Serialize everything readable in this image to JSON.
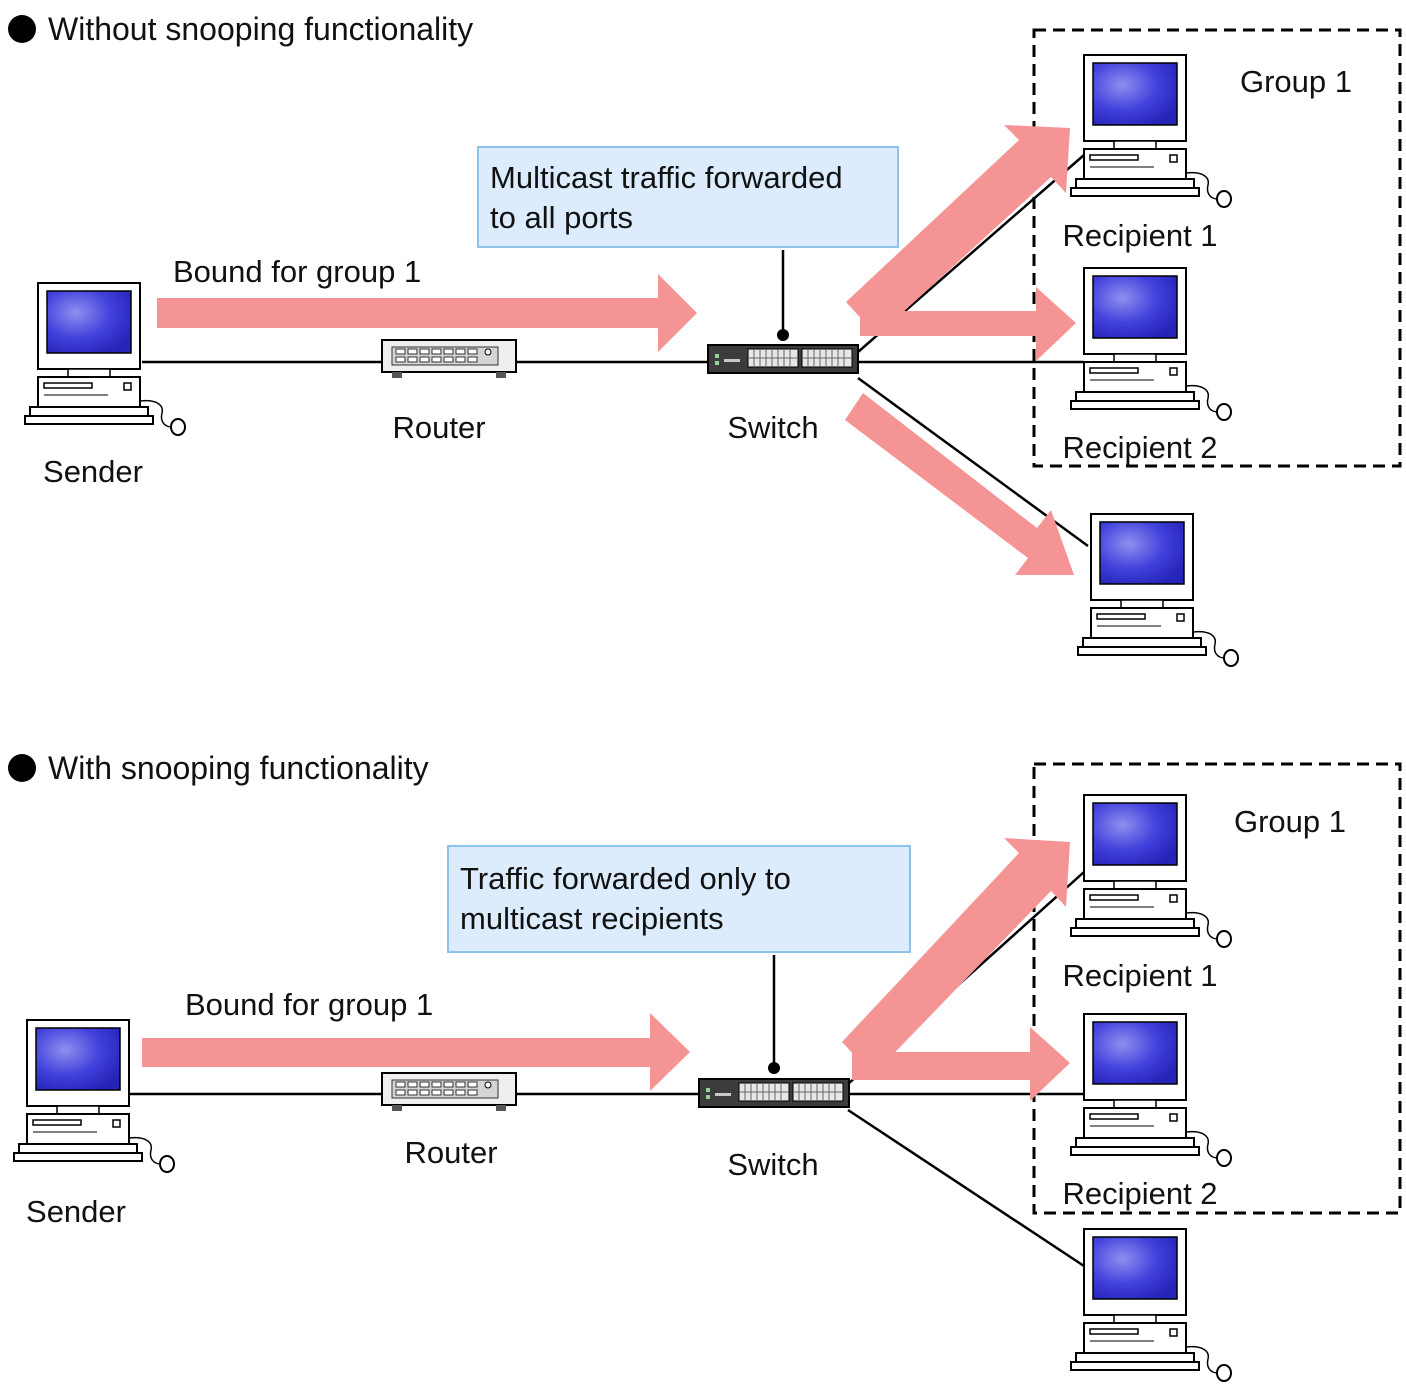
{
  "sections": [
    {
      "title": "Without snooping functionality",
      "callout": [
        "Multicast traffic forwarded",
        "to all ports"
      ],
      "arrow_label": "Bound for group 1",
      "sender_label": "Sender",
      "router_label": "Router",
      "switch_label": "Switch",
      "group_label": "Group 1",
      "recipient1_label": "Recipient 1",
      "recipient2_label": "Recipient 2",
      "traffic_to_non_member": true
    },
    {
      "title": "With snooping functionality",
      "callout": [
        "Traffic forwarded only to",
        "multicast recipients"
      ],
      "arrow_label": "Bound for group 1",
      "sender_label": "Sender",
      "router_label": "Router",
      "switch_label": "Switch",
      "group_label": "Group 1",
      "recipient1_label": "Recipient 1",
      "recipient2_label": "Recipient 2",
      "traffic_to_non_member": false
    }
  ],
  "icons": {
    "computer": "desktop-computer-icon",
    "router": "router-icon",
    "switch": "network-switch-icon",
    "bullet": "bullet-icon"
  },
  "colors": {
    "traffic_arrow": "#f59494",
    "callout_fill": "#dcecfc",
    "callout_border": "#8ec2ea",
    "screen": "#3a3ad8",
    "group_border": "#000000"
  }
}
